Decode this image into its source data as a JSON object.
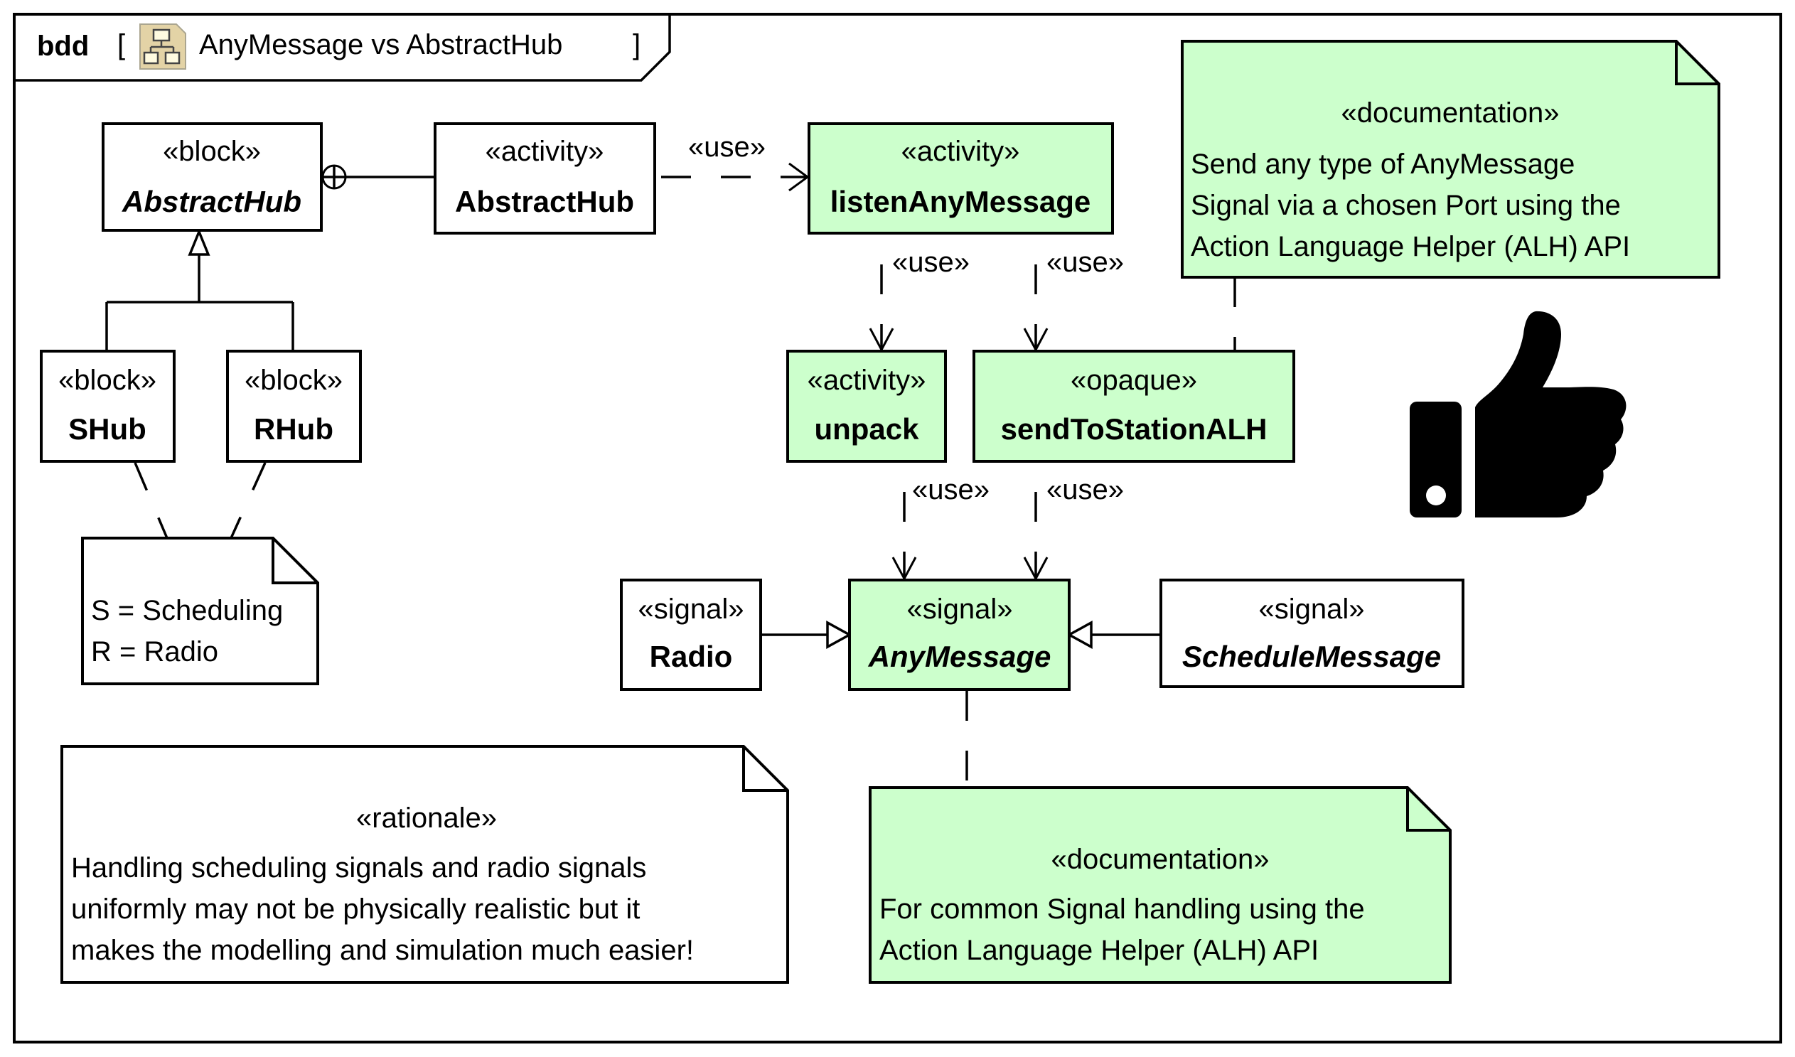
{
  "diagram": {
    "kind": "bdd",
    "title": "AnyMessage vs AbstractHub",
    "open_bracket": "[",
    "close_bracket": "]",
    "title_icon": "class-diagram-icon",
    "colors": {
      "highlight_fill": "#ccffcc",
      "default_fill": "#ffffff",
      "stroke": "#000000",
      "icon_fill": "#e3d3a6"
    }
  },
  "elements": {
    "abstract_hub_block": {
      "stereotype": "«block»",
      "name": "AbstractHub",
      "italic": true
    },
    "abstract_hub_activity": {
      "stereotype": "«activity»",
      "name": "AbstractHub"
    },
    "listen_any_message": {
      "stereotype": "«activity»",
      "name": "listenAnyMessage"
    },
    "shub": {
      "stereotype": "«block»",
      "name": "SHub"
    },
    "rhub": {
      "stereotype": "«block»",
      "name": "RHub"
    },
    "unpack": {
      "stereotype": "«activity»",
      "name": "unpack"
    },
    "send_to_station": {
      "stereotype": "«opaque»",
      "name": "sendToStationALH"
    },
    "radio": {
      "stereotype": "«signal»",
      "name": "Radio"
    },
    "any_message": {
      "stereotype": "«signal»",
      "name": "AnyMessage",
      "italic": true
    },
    "schedule_message": {
      "stereotype": "«signal»",
      "name": "ScheduleMessage",
      "italic": true
    }
  },
  "notes": {
    "doc_top": {
      "stereotype": "«documentation»",
      "lines": [
        "Send any type of AnyMessage",
        "Signal via a chosen Port using the",
        "Action Language Helper (ALH) API"
      ]
    },
    "legend": {
      "lines": [
        "S = Scheduling",
        "R = Radio"
      ]
    },
    "rationale": {
      "stereotype": "«rationale»",
      "lines": [
        "Handling scheduling signals and radio signals",
        "uniformly may not be physically realistic but it",
        "makes the modelling and simulation much easier!"
      ]
    },
    "doc_bottom": {
      "stereotype": "«documentation»",
      "lines": [
        "For common Signal handling using the",
        "Action Language Helper (ALH) API"
      ]
    }
  },
  "relations": {
    "use_label": "«use»",
    "list": [
      {
        "type": "containment",
        "from": "AbstractHub (block)",
        "to": "AbstractHub (activity)"
      },
      {
        "type": "use",
        "from": "AbstractHub (activity)",
        "to": "listenAnyMessage"
      },
      {
        "type": "use",
        "from": "listenAnyMessage",
        "to": "unpack"
      },
      {
        "type": "use",
        "from": "listenAnyMessage",
        "to": "sendToStationALH"
      },
      {
        "type": "use",
        "from": "unpack",
        "to": "AnyMessage"
      },
      {
        "type": "use",
        "from": "sendToStationALH",
        "to": "AnyMessage"
      },
      {
        "type": "generalization",
        "from": "SHub",
        "to": "AbstractHub"
      },
      {
        "type": "generalization",
        "from": "RHub",
        "to": "AbstractHub"
      },
      {
        "type": "generalization",
        "from": "Radio",
        "to": "AnyMessage"
      },
      {
        "type": "generalization",
        "from": "ScheduleMessage",
        "to": "AnyMessage"
      },
      {
        "type": "anchor",
        "from": "documentation (top)",
        "to": "sendToStationALH"
      },
      {
        "type": "anchor",
        "from": "documentation (bottom)",
        "to": "AnyMessage"
      },
      {
        "type": "anchor",
        "from": "legend note",
        "to": "SHub"
      },
      {
        "type": "anchor",
        "from": "legend note",
        "to": "RHub"
      }
    ]
  },
  "decoration": {
    "thumbs_up": "thumbs-up-icon"
  }
}
